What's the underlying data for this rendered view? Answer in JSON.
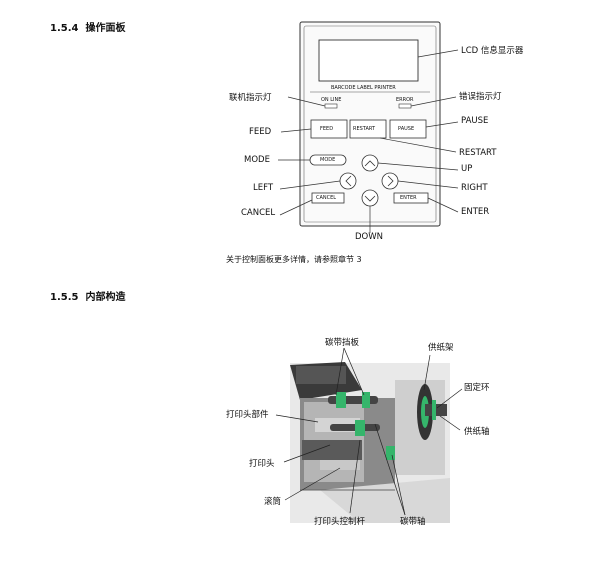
{
  "sections": {
    "panel": {
      "number": "1.5.4",
      "title": "操作面板"
    },
    "internal": {
      "number": "1.5.5",
      "title": "内部构造"
    }
  },
  "panel": {
    "brand": "BARCODE LABEL PRINTER",
    "online_led": "ON LINE",
    "error_led": "ERROR",
    "feed": "FEED",
    "restart": "RESTART",
    "pause": "PAUSE",
    "mode": "MODE",
    "cancel": "CANCEL",
    "enter": "ENTER"
  },
  "callouts": {
    "lcd": "LCD 信息显示器",
    "online": "联机指示灯",
    "error": "错误指示灯",
    "feed": "FEED",
    "pause": "PAUSE",
    "restart": "RESTART",
    "mode": "MODE",
    "up": "UP",
    "left": "LEFT",
    "right": "RIGHT",
    "cancel": "CANCEL",
    "enter": "ENTER",
    "down": "DOWN"
  },
  "note": "关于控制面板更多详情，请参照章节 3",
  "internal_labels": {
    "ribbon_plate": "碳带挡板",
    "supply_holder": "供纸架",
    "fixing_ring": "固定环",
    "supply_shaft": "供纸轴",
    "head_block": "打印头部件",
    "print_head": "打印头",
    "platen": "滚筒",
    "head_lever": "打印头控制杆",
    "ribbon_shaft": "碳带轴"
  }
}
